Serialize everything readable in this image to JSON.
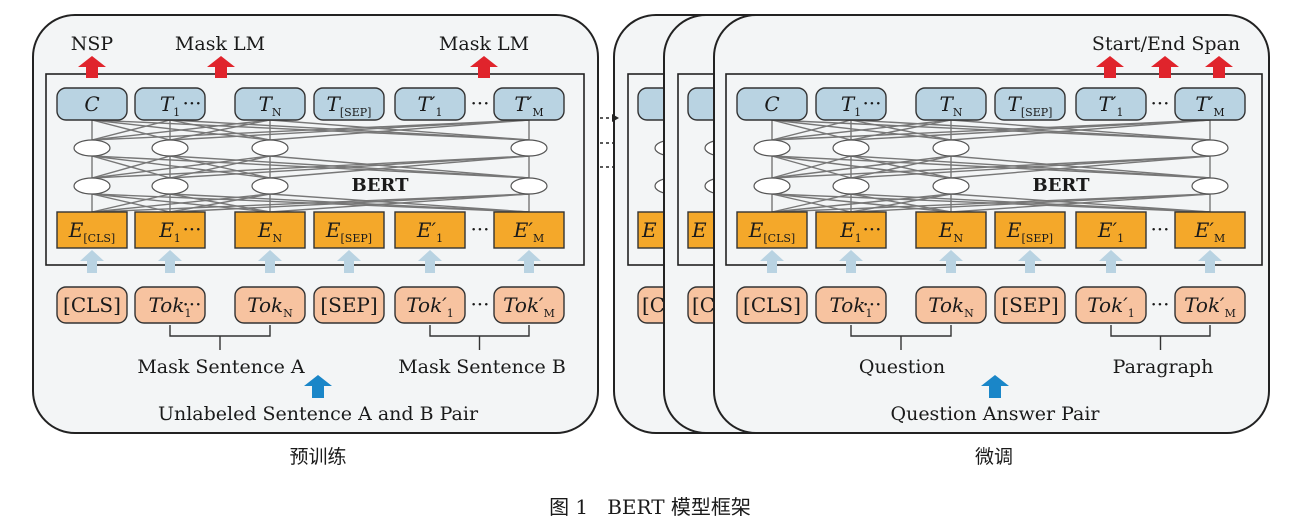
{
  "pretrain": {
    "outputs": [
      "NSP",
      "Mask LM",
      "Mask LM"
    ],
    "t_labels": [
      {
        "main": "C",
        "sub": ""
      },
      {
        "main": "T",
        "sub": "1"
      },
      {
        "main": "T",
        "sub": "N"
      },
      {
        "main": "T",
        "sub": "[SEP]"
      },
      {
        "main": "T′",
        "sub": "1"
      },
      {
        "main": "T′",
        "sub": "M"
      }
    ],
    "e_labels": [
      {
        "main": "E",
        "sub": "[CLS]"
      },
      {
        "main": "E",
        "sub": "1"
      },
      {
        "main": "E",
        "sub": "N"
      },
      {
        "main": "E",
        "sub": "[SEP]"
      },
      {
        "main": "E′",
        "sub": "1"
      },
      {
        "main": "E′",
        "sub": "M"
      }
    ],
    "tok_labels": [
      {
        "main": "[CLS]",
        "sub": ""
      },
      {
        "main": "Tok",
        "sub": "1"
      },
      {
        "main": "Tok",
        "sub": "N"
      },
      {
        "main": "[SEP]",
        "sub": ""
      },
      {
        "main": "Tok′",
        "sub": "1"
      },
      {
        "main": "Tok′",
        "sub": "M"
      }
    ],
    "ellipsis": "···",
    "model": "BERT",
    "segment_a": "Mask Sentence A",
    "segment_b": "Mask Sentence B",
    "input": "Unlabeled Sentence A and B Pair",
    "caption": "预训练"
  },
  "finetune": {
    "output": "Start/End Span",
    "model": "BERT",
    "segment_a": "Question",
    "segment_b": "Paragraph",
    "input": "Question Answer Pair",
    "caption": "微调"
  },
  "figure_caption": "图 1   BERT 模型框架",
  "colors": {
    "output_arrow": "#e0242c",
    "input_arrow": "#1a86c8",
    "embed_arrow": "#b9d3e2",
    "t_box": "#b9d3e2",
    "e_box": "#f4a82a",
    "tok_box": "#f7c3a0"
  }
}
